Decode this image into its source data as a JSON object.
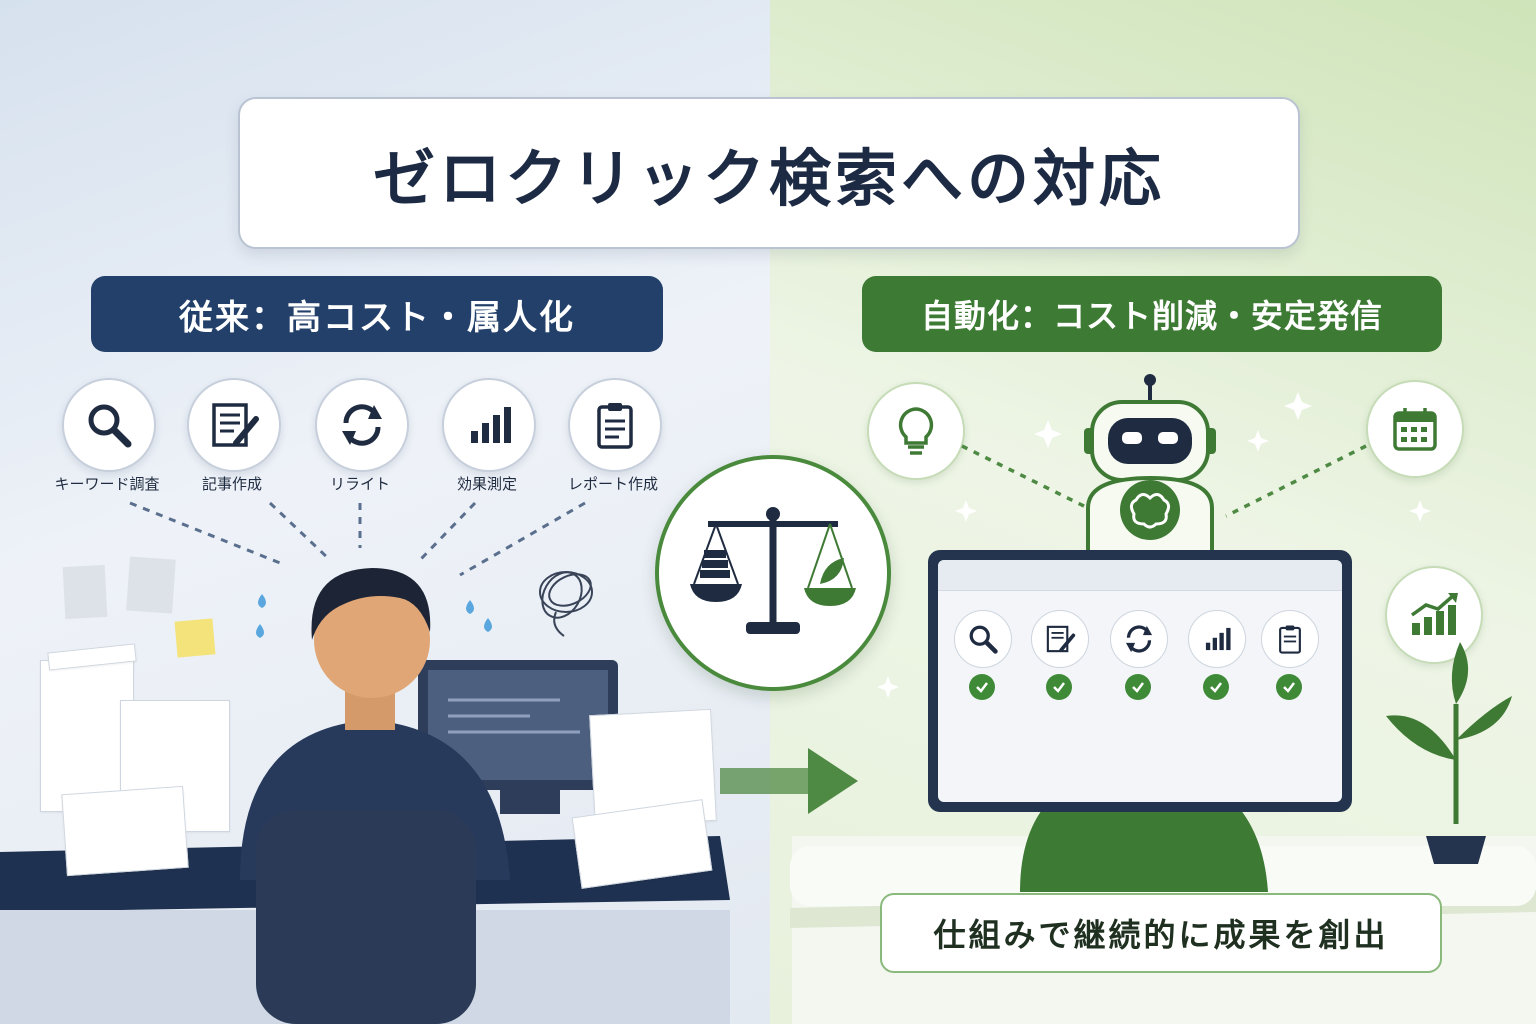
{
  "title": "ゼロクリック検索への対応",
  "left": {
    "label": "従来：高コスト・属人化",
    "tasks": [
      {
        "label": "キーワード調査",
        "icon": "search-icon"
      },
      {
        "label": "記事作成",
        "icon": "document-edit-icon"
      },
      {
        "label": "リライト",
        "icon": "refresh-icon"
      },
      {
        "label": "効果測定",
        "icon": "bar-chart-icon"
      },
      {
        "label": "レポート作成",
        "icon": "clipboard-icon"
      }
    ]
  },
  "right": {
    "label": "自動化：コスト削減・安定発信",
    "result": "仕組みで継続的に成果を創出",
    "icons": [
      "lightbulb-icon",
      "calendar-icon",
      "growth-chart-icon",
      "robot-icon",
      "brain-icon"
    ]
  },
  "colors": {
    "navy": "#23406b",
    "green": "#3d7a34",
    "title_text": "#1d2a44"
  }
}
